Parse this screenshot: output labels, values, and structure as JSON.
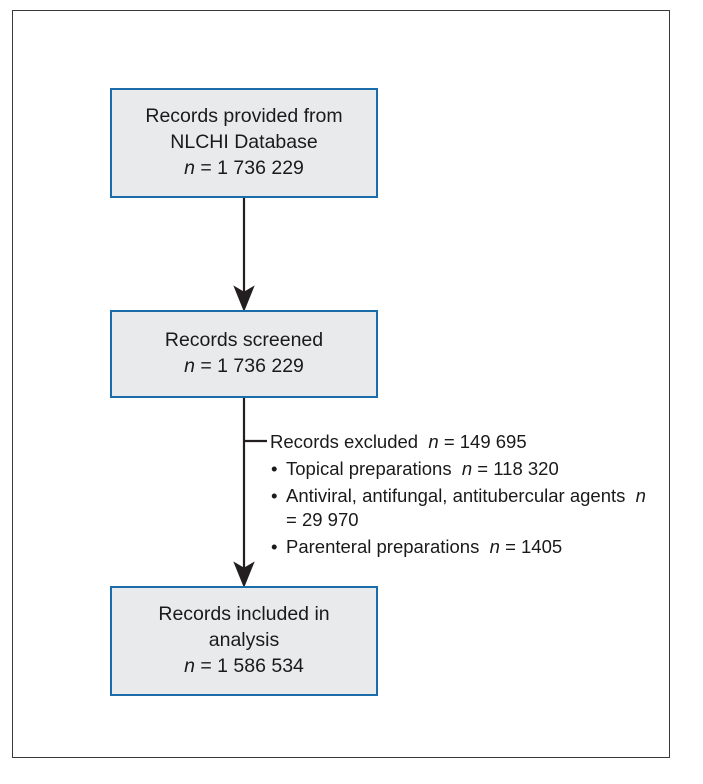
{
  "figure": {
    "type": "study-flow-diagram",
    "colors": {
      "box_border": "#1b6cab",
      "box_fill": "#e9eaeb",
      "frame_border": "#3a3a3c",
      "text": "#1a1a1a",
      "connector": "#231f20"
    }
  },
  "boxes": {
    "provided": {
      "line1": "Records provided from",
      "line2": "NLCHI Database",
      "n_symbol": "n",
      "n_equals": "=",
      "n_value": "1 736 229"
    },
    "screened": {
      "line1": "Records screened",
      "n_symbol": "n",
      "n_equals": "=",
      "n_value": "1 736 229"
    },
    "included": {
      "line1": "Records included in",
      "line2": "analysis",
      "n_symbol": "n",
      "n_equals": "=",
      "n_value": "1 586 534"
    }
  },
  "exclusions": {
    "heading_label": "Records excluded",
    "heading_n_symbol": "n",
    "heading_equals": "=",
    "heading_value": "149 695",
    "items": [
      {
        "bullet": "•",
        "label": "Topical preparations",
        "n_symbol": "n",
        "equals": "=",
        "value": "118 320"
      },
      {
        "bullet": "•",
        "label": "Antiviral, antifungal, antitubercular agents",
        "n_symbol": "n",
        "equals": "=",
        "value": "29 970"
      },
      {
        "bullet": "•",
        "label": "Parenteral preparations",
        "n_symbol": "n",
        "equals": "=",
        "value": "1405"
      }
    ]
  },
  "connectors": [
    {
      "name": "provided-to-screened",
      "from": "provided",
      "to": "screened",
      "arrow": "down"
    },
    {
      "name": "screened-to-included",
      "from": "screened",
      "to": "included",
      "arrow": "down",
      "branch": "exclusions"
    }
  ]
}
